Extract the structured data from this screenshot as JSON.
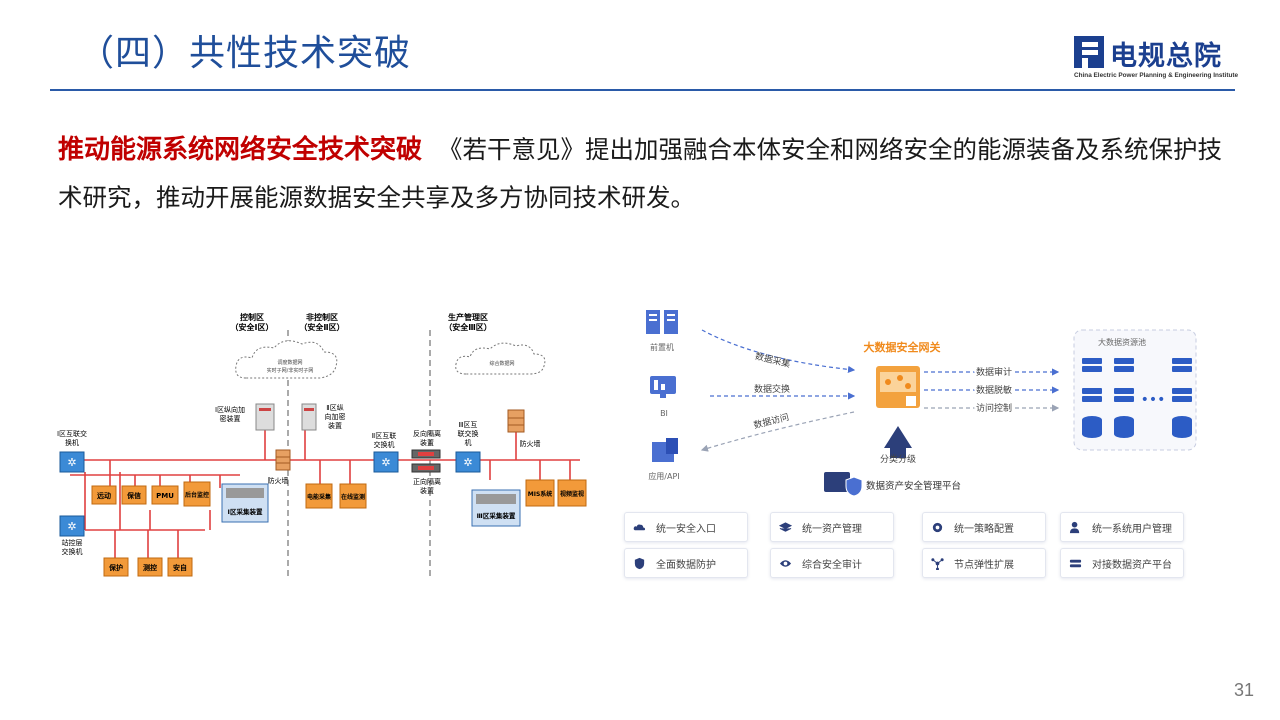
{
  "header": {
    "title": "（四）共性技术突破",
    "logo_text": "电规总院",
    "logo_subtitle": "China Electric Power Planning & Engineering Institute"
  },
  "intro": {
    "emphasis": "推动能源系统网络安全技术突破",
    "body": "《若干意见》提出加强融合本体安全和网络安全的能源装备及系统保护技术研究，推动开展能源数据安全共享及多方协同技术研发。"
  },
  "network_diagram": {
    "zones": [
      {
        "name": "控制区",
        "sub": "（安全Ⅰ区）"
      },
      {
        "name": "非控制区",
        "sub": "（安全Ⅱ区）"
      },
      {
        "name": "生产管理区",
        "sub": "（安全Ⅲ区）"
      }
    ],
    "clouds": [
      {
        "line1": "调度数据网",
        "line2": "实时子网/非实时子网"
      },
      {
        "line1": "综合数据网",
        "line2": ""
      }
    ],
    "labels": {
      "zone1_switch": [
        "Ⅰ区互联交",
        "换机"
      ],
      "station_switch": [
        "站控层",
        "交换机"
      ],
      "zone1_encrypt": [
        "Ⅰ区纵向加",
        "密装置"
      ],
      "zone2_encrypt": [
        "Ⅱ区纵",
        "向加密",
        "装置"
      ],
      "zone2_switch": [
        "Ⅱ区互联",
        "交换机"
      ],
      "reverse_isolation": [
        "反向隔离",
        "装置"
      ],
      "forward_isolation": [
        "正向隔离",
        "装置"
      ],
      "zone3_switch": [
        "Ⅲ区互",
        "联交换",
        "机"
      ],
      "firewall_1": "防火墙",
      "firewall_3": "防火墙"
    },
    "boxes": {
      "zone1_top": [
        "远动",
        "保信",
        "PMU",
        "后台监控"
      ],
      "zone1_bottom": [
        "保护",
        "测控",
        "安自"
      ],
      "zone1_collect": "Ⅰ区采集装置",
      "zone2": [
        "电能采集",
        "在线监测"
      ],
      "zone3": [
        "MIS系统",
        "视频监视"
      ],
      "zone3_collect": "Ⅲ区采集装置"
    }
  },
  "platform_diagram": {
    "sources": [
      "前置机",
      "BI",
      "应用/API"
    ],
    "flows": [
      "数据采集",
      "数据交换",
      "数据访问"
    ],
    "gateway": "大数据安全网关",
    "classify": "分类分级",
    "outputs": [
      "数据审计",
      "数据脱敏",
      "访问控制"
    ],
    "pool": "大数据资源池",
    "platform": "数据资产安全管理平台",
    "features": [
      {
        "label": "统一安全入口",
        "icon": "cloud-icon"
      },
      {
        "label": "统一资产管理",
        "icon": "layers-icon"
      },
      {
        "label": "统一策略配置",
        "icon": "gear-icon"
      },
      {
        "label": "统一系统用户管理",
        "icon": "user-icon"
      },
      {
        "label": "全面数据防护",
        "icon": "shield-icon"
      },
      {
        "label": "综合安全审计",
        "icon": "eye-icon"
      },
      {
        "label": "节点弹性扩展",
        "icon": "nodes-icon"
      },
      {
        "label": "对接数据资产平台",
        "icon": "link-icon"
      }
    ],
    "colors": {
      "orange": "#f08a1c",
      "blue": "#2c5cc5",
      "gray": "#9aa3b5"
    }
  },
  "page_number": "31"
}
